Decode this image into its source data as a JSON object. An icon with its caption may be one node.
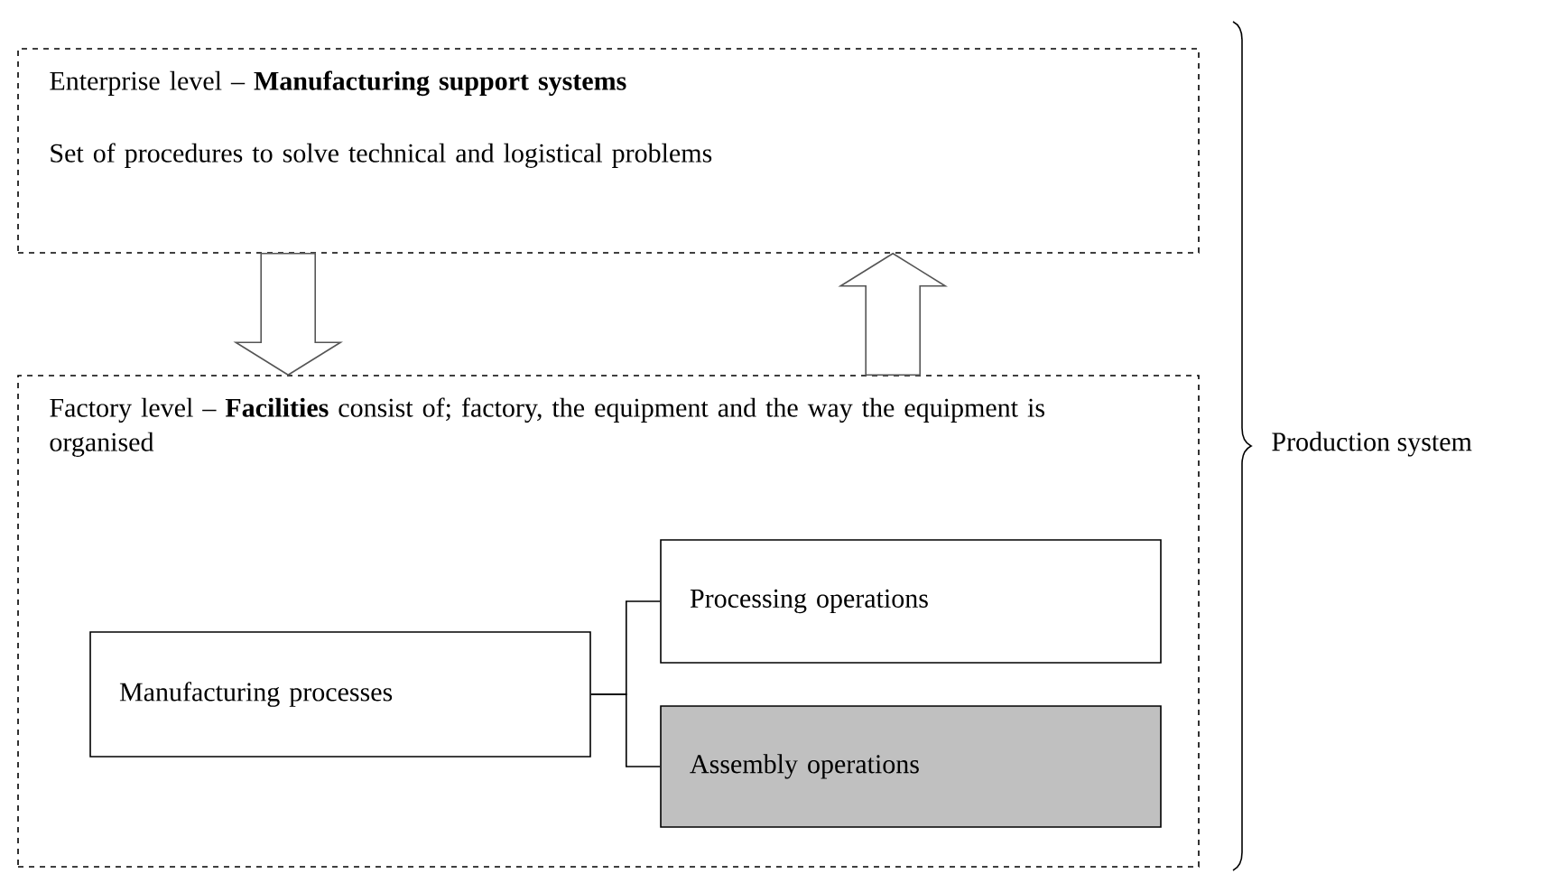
{
  "diagram": {
    "nodes": [
      {
        "text": [
          "Enterprise level – **Manufacturing support systems**",
          "Set of procedures to solve technical and logistical problems"
        ]
      },
      {
        "text": [
          "Factory level – **Facilities** consist of; factory, the equipment and the way the equipment is organised"
        ]
      },
      {
        "text": [
          "Manufacturing processes"
        ],
        "in": 1
      },
      {
        "text": [
          "Processing operations"
        ],
        "in": 1
      },
      {
        "text": [
          "Assembly operations"
        ],
        "in": 1
      }
    ],
    "edges": [
      {
        "from": 0,
        "to": 1,
        "arrow": "to"
      },
      {
        "from": 1,
        "to": 0,
        "arrow": "to"
      },
      {
        "from": 2,
        "to": 3,
        "arrow": "none"
      },
      {
        "from": 2,
        "to": 4,
        "arrow": "none"
      }
    ],
    "labels": [
      "Production system"
    ]
  }
}
